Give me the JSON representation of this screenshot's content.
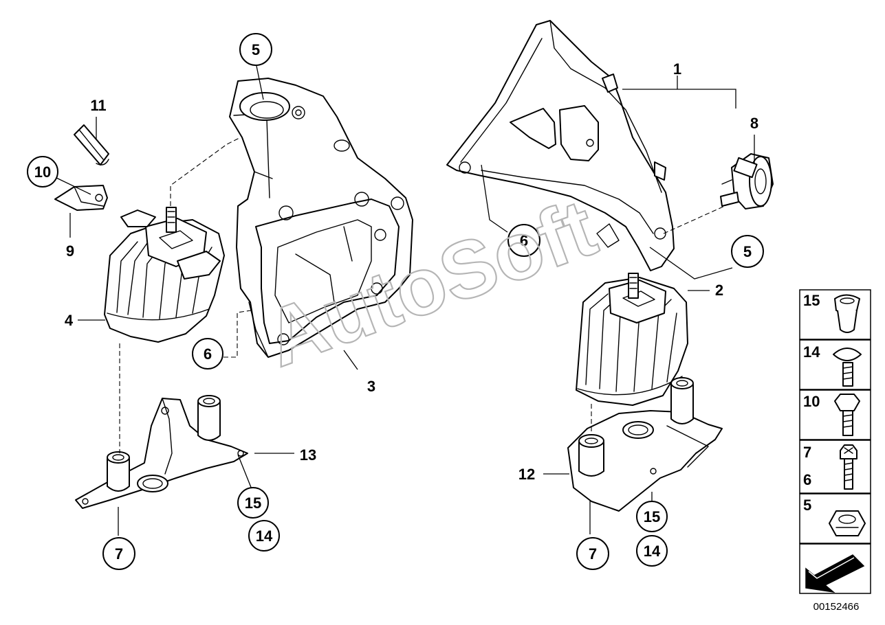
{
  "watermark": "AutoSoft",
  "reference_number": "00152466",
  "callouts": {
    "c1": "1",
    "c2": "2",
    "c3": "3",
    "c4": "4",
    "c5a": "5",
    "c5b": "5",
    "c6a": "6",
    "c6b": "6",
    "c7a": "7",
    "c7b": "7",
    "c8": "8",
    "c9": "9",
    "c10": "10",
    "c11": "11",
    "c12": "12",
    "c13": "13",
    "c14a": "14",
    "c14b": "14",
    "c15a": "15",
    "c15b": "15"
  },
  "legend": {
    "items": [
      {
        "num": "15",
        "icon": "flanged-sleeve-nut-icon"
      },
      {
        "num": "14",
        "icon": "flange-screw-icon"
      },
      {
        "num": "10",
        "icon": "hex-bolt-icon"
      },
      {
        "num": "7",
        "num2": "6",
        "icon": "torx-bolt-icon"
      },
      {
        "num": "5",
        "icon": "hex-nut-icon"
      }
    ],
    "arrow_icon": "direction-arrow-icon"
  }
}
